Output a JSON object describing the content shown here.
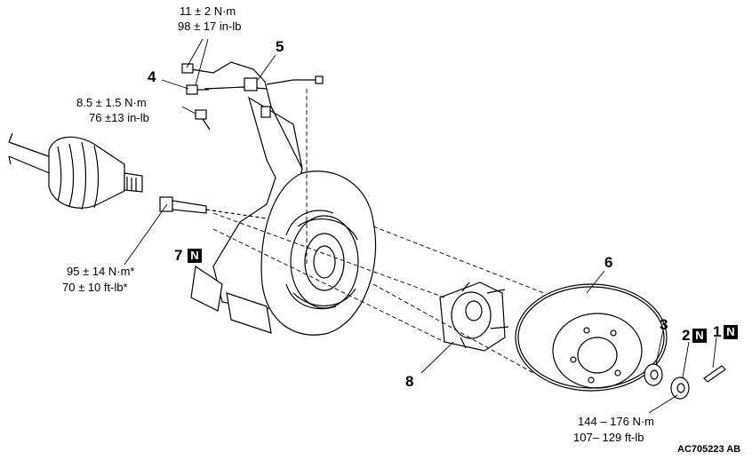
{
  "torque": {
    "t1": {
      "nm": "11 ± 2 N·m",
      "inlb": "98 ± 17 in-lb"
    },
    "t2": {
      "nm": "8.5 ± 1.5 N·m",
      "inlb": "76 ±13 in-lb"
    },
    "t3": {
      "nm": "95 ± 14 N·m*",
      "ftlb": "70 ± 10 ft-lb*"
    },
    "t4": {
      "nm": "144 – 176 N·m",
      "ftlb": "107– 129 ft-lb"
    }
  },
  "callouts": {
    "c1": "1",
    "c2": "2",
    "c3": "3",
    "c4": "4",
    "c5": "5",
    "c6": "6",
    "c7": "7",
    "c8": "8"
  },
  "new_part_marker": "N",
  "figure_code": "AC705223 AB"
}
